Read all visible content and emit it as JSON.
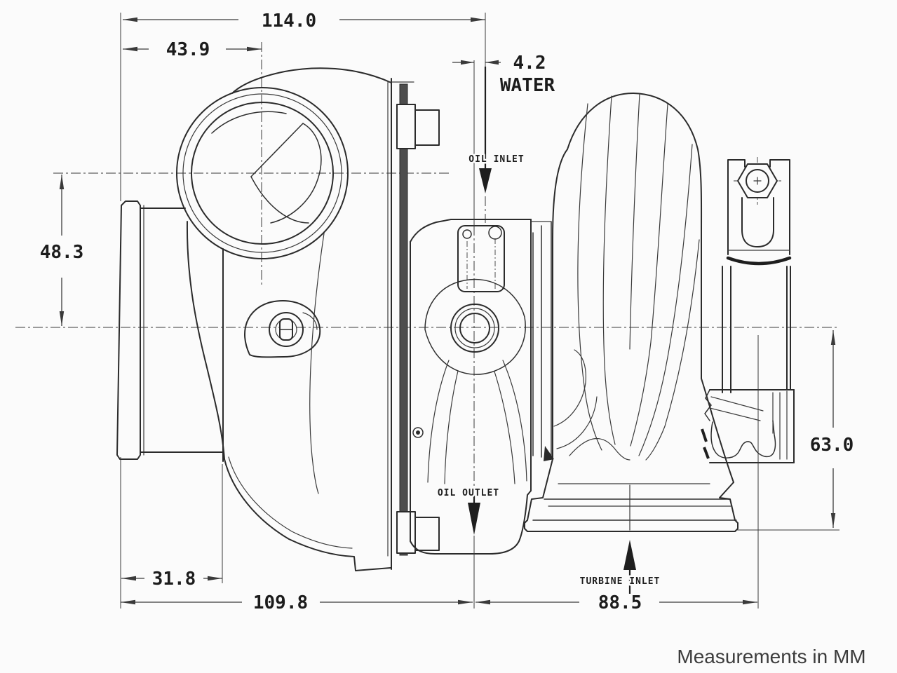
{
  "drawing": {
    "type": "turbocharger-side-view-dimension-drawing",
    "footer_note": "Measurements in MM",
    "dimensions": {
      "overall_width": "114.0",
      "flange_to_inducer_center": "43.9",
      "water_port_offset": "4.2",
      "water_label": "WATER",
      "inducer_center_height": "48.3",
      "turbine_center_height": "63.0",
      "inlet_flange_depth": "31.8",
      "compressor_side_length": "109.8",
      "turbine_side_length": "88.5"
    },
    "port_labels": {
      "oil_inlet": "OIL INLET",
      "oil_outlet": "OIL OUTLET",
      "turbine_inlet": "TURBINE INLET"
    },
    "colors": {
      "line": "#2b2b2b",
      "dimension": "#3a3a3a",
      "background": "#fbfbfb",
      "clamp_strip_fill": "#4d4d4d",
      "arrow_fill": "#1e1e1e"
    }
  }
}
